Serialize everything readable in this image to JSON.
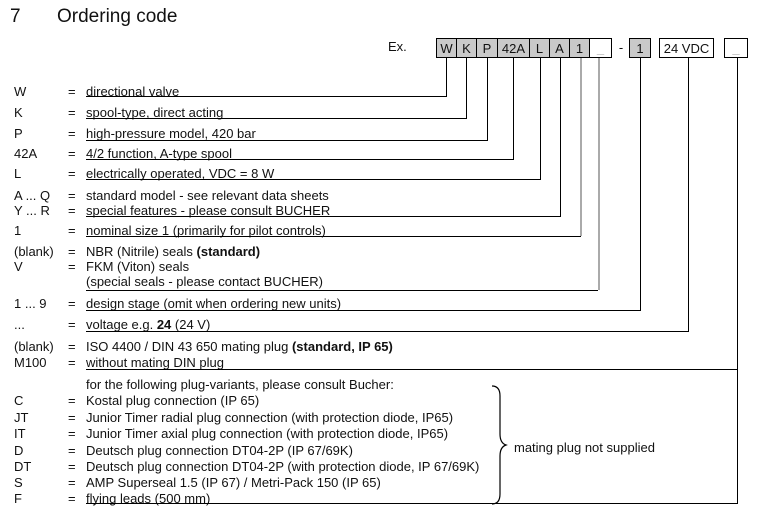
{
  "header": {
    "section_number": "7",
    "title": "Ordering code"
  },
  "example": {
    "label": "Ex."
  },
  "boxes": [
    "W",
    "K",
    "P",
    "42A",
    "L",
    "A",
    "1",
    "_",
    "-",
    "1",
    "24 VDC",
    "_"
  ],
  "colors": {
    "box_gray": "#c9c9c9",
    "muted_gray": "#999999",
    "line_gray": "#aaaaaa",
    "ink": "#111111"
  },
  "rows": [
    {
      "code": "W",
      "eq": "=",
      "desc": "directional valve"
    },
    {
      "code": "K",
      "eq": "=",
      "desc": "spool-type, direct acting"
    },
    {
      "code": "P",
      "eq": "=",
      "desc": "high-pressure model, 420 bar"
    },
    {
      "code": "42A",
      "eq": "=",
      "desc": "4/2 function, A-type spool"
    },
    {
      "code": "L",
      "eq": "=",
      "desc": "electrically operated, VDC = 8 W"
    },
    {
      "code": "A ... Q",
      "eq": "=",
      "desc": "standard model - see relevant data sheets"
    },
    {
      "code": "Y ... R",
      "eq": "=",
      "desc": "special features - please consult BUCHER"
    },
    {
      "code": "1",
      "eq": "=",
      "desc": "nominal size 1 (primarily for pilot controls)"
    },
    {
      "code": "(blank)",
      "eq": "=",
      "desc_pre": "NBR (Nitrile) seals  ",
      "desc_bold": "(standard)",
      "desc_post": ""
    },
    {
      "code": "V",
      "eq": "=",
      "desc": "FKM (Viton) seals"
    },
    {
      "code": "",
      "eq": "",
      "desc": "(special seals - please contact BUCHER)"
    },
    {
      "code": "1 ... 9",
      "eq": "=",
      "desc": "design stage (omit when ordering new units)"
    },
    {
      "code": "...",
      "eq": "=",
      "desc_pre": "voltage e.g. ",
      "desc_bold": "24",
      "desc_post": " (24 V)"
    },
    {
      "code": "(blank)",
      "eq": "=",
      "desc_pre": "ISO 4400 / DIN 43 650 mating plug ",
      "desc_bold": "(standard, IP 65)",
      "desc_post": ""
    },
    {
      "code": "M100",
      "eq": "=",
      "desc": "without mating DIN plug"
    },
    {
      "code": "",
      "eq": "",
      "desc": "for the following plug-variants, please consult Bucher:"
    },
    {
      "code": "C",
      "eq": "=",
      "desc": "Kostal plug connection (IP 65)"
    },
    {
      "code": "JT",
      "eq": "=",
      "desc": "Junior Timer radial plug connection (with protection diode, IP65)"
    },
    {
      "code": "IT",
      "eq": "=",
      "desc": "Junior Timer axial plug connection (with protection diode, IP65)"
    },
    {
      "code": "D",
      "eq": "=",
      "desc": "Deutsch plug connection DT04-2P (IP 67/69K)"
    },
    {
      "code": "DT",
      "eq": "=",
      "desc": "Deutsch plug connection DT04-2P (with protection diode, IP 67/69K)"
    },
    {
      "code": "S",
      "eq": "=",
      "desc": "AMP Superseal 1.5 (IP 67) / Metri-Pack 150 (IP 65)"
    },
    {
      "code": "F",
      "eq": "=",
      "desc": "flying leads (500 mm)"
    }
  ],
  "brace_note": "mating plug not supplied"
}
